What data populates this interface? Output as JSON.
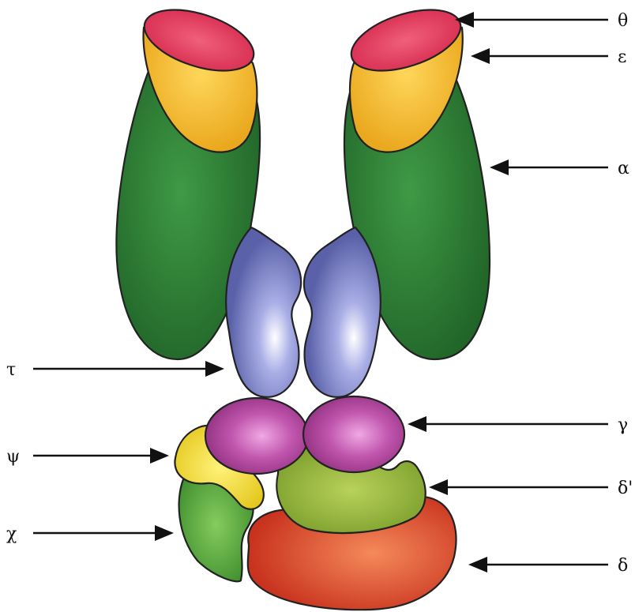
{
  "labels": {
    "theta": "θ",
    "epsilon": "ε",
    "alpha": "α",
    "tau": "τ",
    "gamma": "γ",
    "psi": "ψ",
    "delta_prime": "δ'",
    "chi": "χ",
    "delta": "δ"
  },
  "colors": {
    "theta": "#e8405f",
    "epsilon": "#f4c23a",
    "alpha": "#2e7d32",
    "tau": "#7f86c9",
    "gamma": "#b4479c",
    "psi": "#f3e03a",
    "delta_prime": "#9dbd3a",
    "chi": "#66b34a",
    "delta": "#e2482a"
  }
}
